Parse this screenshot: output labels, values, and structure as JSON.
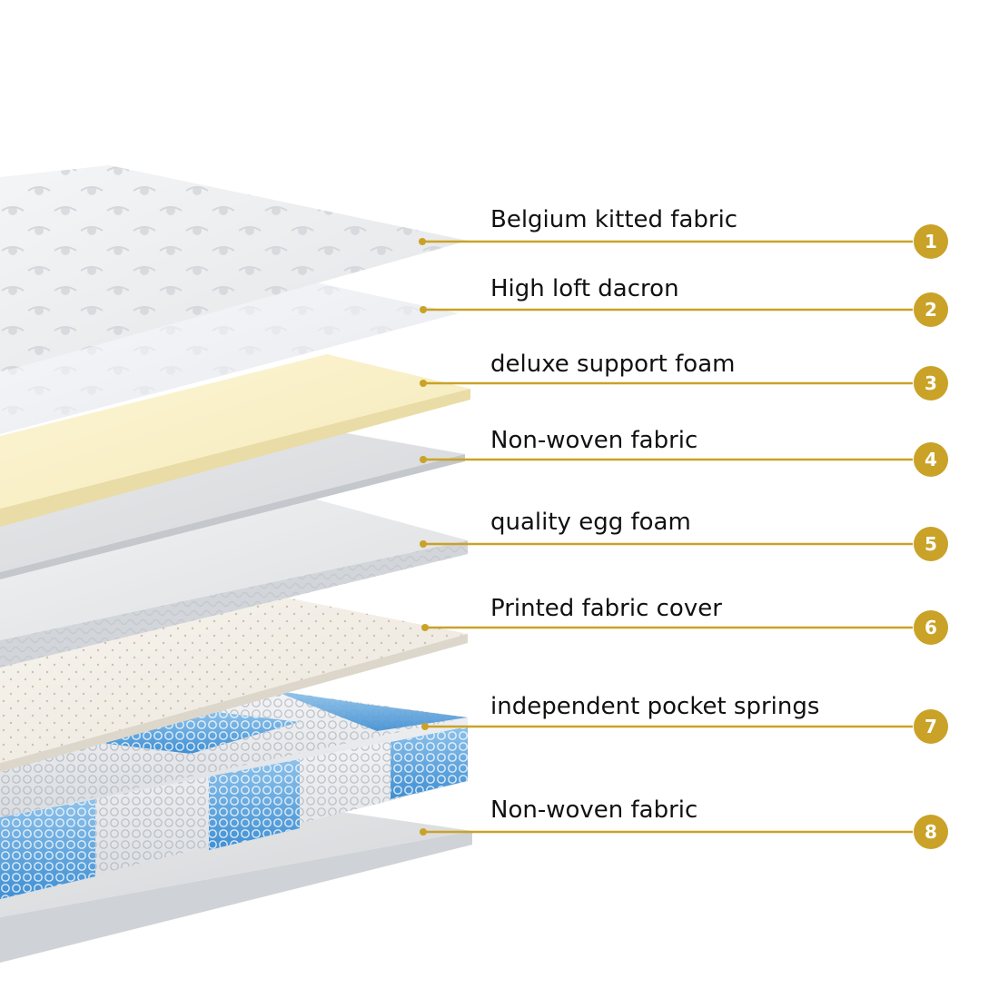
{
  "accent_color": "#c9a227",
  "layers": [
    {
      "number": "1",
      "label": "Belgium kitted fabric"
    },
    {
      "number": "2",
      "label": "High loft dacron"
    },
    {
      "number": "3",
      "label": "deluxe support foam"
    },
    {
      "number": "4",
      "label": "Non-woven fabric"
    },
    {
      "number": "5",
      "label": "quality egg foam"
    },
    {
      "number": "6",
      "label": "Printed fabric cover"
    },
    {
      "number": "7",
      "label": "independent pocket springs"
    },
    {
      "number": "8",
      "label": "Non-woven fabric"
    }
  ]
}
